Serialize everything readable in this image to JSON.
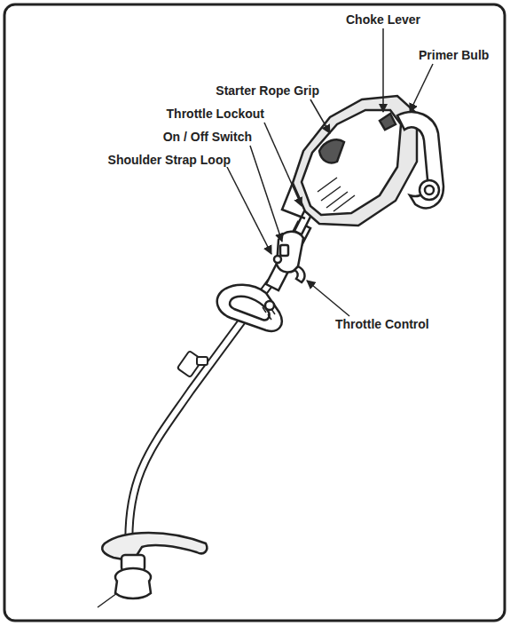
{
  "diagram": {
    "labels": [
      "Choke Lever",
      "Primer Bulb",
      "Starter Rope Grip",
      "Throttle Lockout",
      "On / Off Switch",
      "Shoulder Strap Loop",
      "Throttle Control"
    ]
  }
}
